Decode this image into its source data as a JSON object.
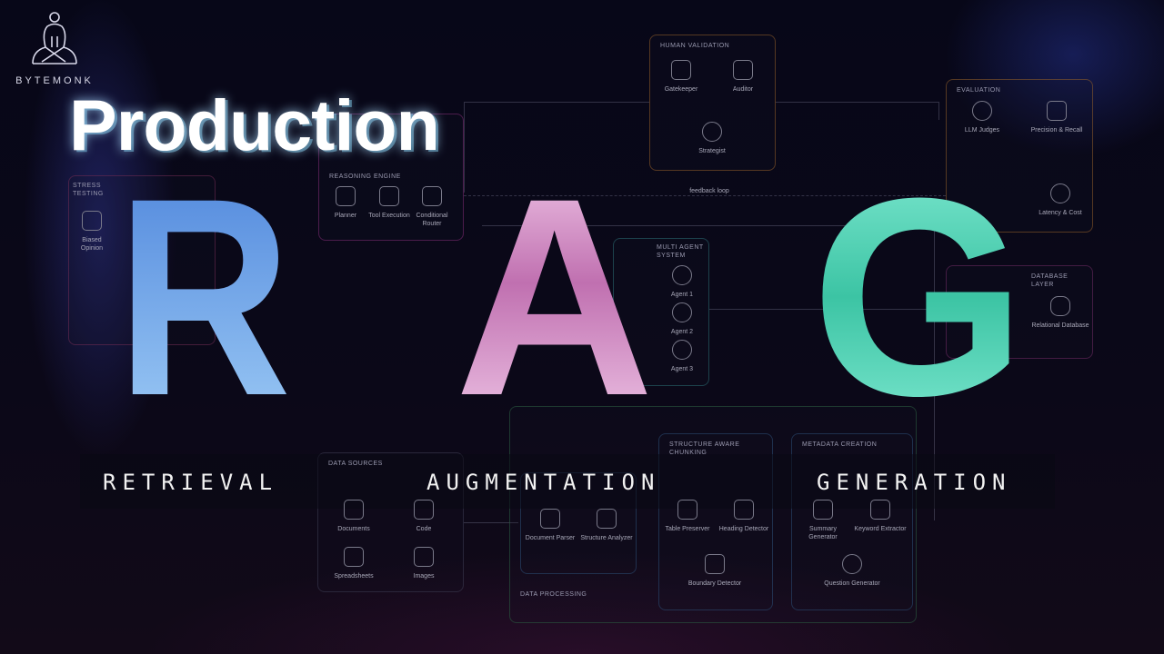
{
  "logo": {
    "name": "BYTEMONK"
  },
  "headline": "Production",
  "letters": {
    "r": "R",
    "a": "A",
    "g": "G"
  },
  "captions": {
    "r": "RETRIEVAL",
    "a": "AUGMENTATION",
    "g": "GENERATION"
  },
  "colors": {
    "r": [
      "#9ccaf5",
      "#4f86dc"
    ],
    "a": [
      "#f0c8e8",
      "#c070b0"
    ],
    "g": [
      "#7ee8d0",
      "#3cc4a4"
    ]
  },
  "diagram": {
    "stress": {
      "title": "Stress Testing",
      "items": [
        "Biased Opinion"
      ]
    },
    "reasoning": {
      "title": "Reasoning Engine",
      "items": [
        "Planner",
        "Tool Execution",
        "Conditional Router"
      ]
    },
    "human": {
      "title": "Human Validation",
      "items": [
        "Gatekeeper",
        "Auditor",
        "Strategist"
      ]
    },
    "evaluation": {
      "title": "Evaluation",
      "items": [
        "LLM Judges",
        "Precision & Recall",
        "Latency & Cost"
      ]
    },
    "multi": {
      "title": "Multi Agent System",
      "items": [
        "Agent 1",
        "Agent 2",
        "Agent 3"
      ]
    },
    "database": {
      "title": "Database Layer",
      "items": [
        "Relational Database"
      ]
    },
    "processing": {
      "title": "Data Processing",
      "items": [
        "Document Parser",
        "Structure Analyzer"
      ]
    },
    "chunking": {
      "title": "Structure Aware Chunking",
      "items": [
        "Table Preserver",
        "Heading Detector",
        "Boundary Detector"
      ]
    },
    "metadata": {
      "title": "Metadata Creation",
      "items": [
        "Summary Generator",
        "Keyword Extractor",
        "Question Generator"
      ]
    },
    "sources": {
      "title": "Data Sources",
      "items": [
        "Documents",
        "Code",
        "Spreadsheets",
        "Images"
      ]
    },
    "feedback": "feedback loop"
  }
}
